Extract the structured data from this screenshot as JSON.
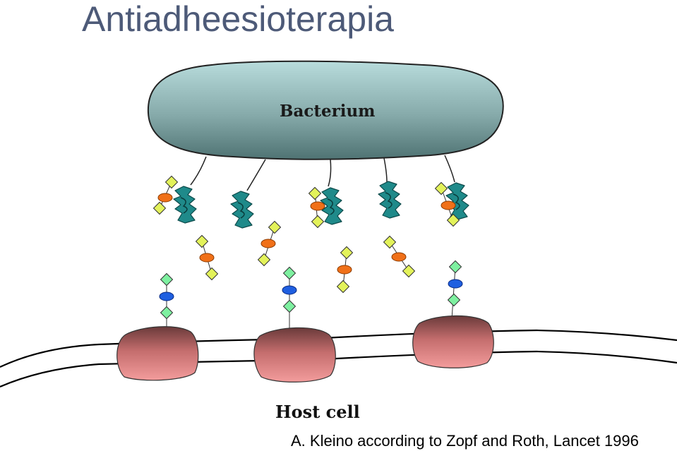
{
  "slide": {
    "title": "Antiadheesioterapia",
    "credit": "A. Kleino according to Zopf and Roth, Lancet 1996"
  },
  "labels": {
    "bacterium": "Bacterium",
    "host_cell": "Host cell"
  },
  "colors": {
    "title": "#4d5a78",
    "bacterium_top": "#b8dcdc",
    "bacterium_bottom": "#4f7373",
    "adhesin": "#1f8a8a",
    "sugar_square": "#e3f25a",
    "sugar_oval_free": "#f07018",
    "receptor_square": "#7ef0a0",
    "receptor_oval": "#1f5fe0",
    "receptor_protein_top": "#6a3a3a",
    "receptor_protein_bottom": "#f39c9c",
    "membrane": "#000000"
  }
}
